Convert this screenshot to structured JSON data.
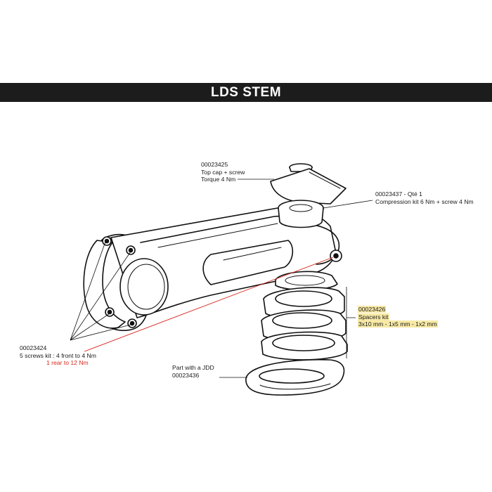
{
  "header": {
    "title": "LDS STEM"
  },
  "callouts": {
    "top_cap": {
      "ref": "00023425",
      "line1": "Top cap + screw",
      "line2": "Torque 4 Nm"
    },
    "compression": {
      "line1": "00023437 - Qté 1",
      "line2": "Compression kit 6 Nm + screw  4 Nm"
    },
    "spacers": {
      "ref": "00023426",
      "line1": "Spacers kit",
      "line2": "3x10 mm - 1x5 mm - 1x2 mm"
    },
    "screws": {
      "ref": "00023424",
      "line1": "5 screws kit : 4 front to 4 Nm",
      "line2": "1 rear to 12 Nm"
    },
    "jdd": {
      "line1": "Part with a JDD",
      "ref": "00023436"
    }
  },
  "colors": {
    "banner": "#1c1c1c",
    "highlight": "#f7e9a6",
    "warning_text": "#d9261c",
    "line_art": "#111111"
  }
}
